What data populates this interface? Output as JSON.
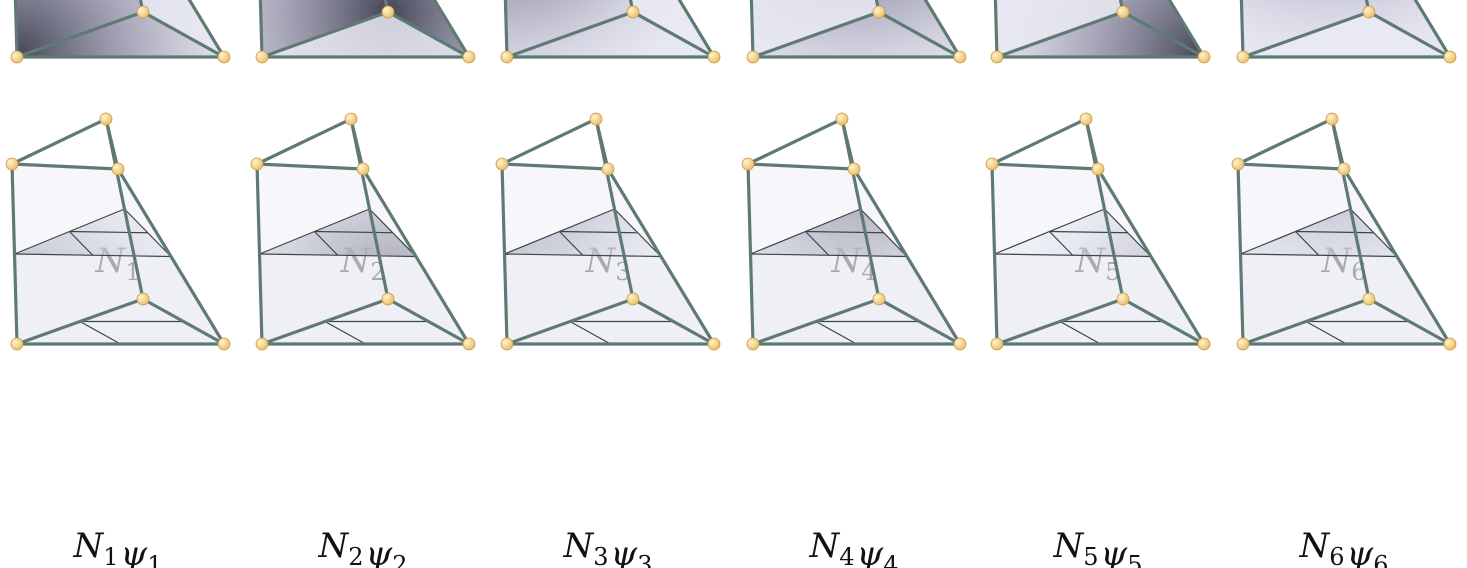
{
  "figure": {
    "rows": [
      {
        "panels": [
          {
            "id": "N1",
            "highlight": {
              "type": "node",
              "node": "A"
            },
            "label": [
              {
                "base": "N",
                "sub": "1"
              }
            ]
          },
          {
            "id": "N2",
            "highlight": {
              "type": "node",
              "node": "C"
            },
            "label": [
              {
                "base": "N",
                "sub": "2"
              }
            ]
          },
          {
            "id": "N3",
            "highlight": {
              "type": "node",
              "node": "D"
            },
            "label": [
              {
                "base": "N",
                "sub": "3"
              }
            ]
          },
          {
            "id": "N4",
            "highlight": {
              "type": "node",
              "node": "E"
            },
            "label": [
              {
                "base": "N",
                "sub": "4"
              }
            ]
          },
          {
            "id": "N5",
            "highlight": {
              "type": "node",
              "node": "B"
            },
            "label": [
              {
                "base": "N",
                "sub": "5"
              }
            ]
          },
          {
            "id": "N6",
            "highlight": {
              "type": "node",
              "node": "F"
            },
            "label": [
              {
                "base": "N",
                "sub": "6"
              }
            ]
          }
        ]
      },
      {
        "panels": [
          {
            "id": "N1psi1",
            "highlight": {
              "type": "product",
              "node": "A"
            },
            "label": [
              {
                "base": "N",
                "sub": "1"
              },
              {
                "base": "ψ",
                "sub": "1"
              }
            ]
          },
          {
            "id": "N2psi2",
            "highlight": {
              "type": "product",
              "node": "C"
            },
            "label": [
              {
                "base": "N",
                "sub": "2"
              },
              {
                "base": "ψ",
                "sub": "2"
              }
            ]
          },
          {
            "id": "N3psi3",
            "highlight": {
              "type": "product",
              "node": "D"
            },
            "label": [
              {
                "base": "N",
                "sub": "3"
              },
              {
                "base": "ψ",
                "sub": "3"
              }
            ]
          },
          {
            "id": "N4psi4",
            "highlight": {
              "type": "product",
              "node": "E"
            },
            "label": [
              {
                "base": "N",
                "sub": "4"
              },
              {
                "base": "ψ",
                "sub": "4"
              }
            ]
          },
          {
            "id": "N5psi5",
            "highlight": {
              "type": "product",
              "node": "B"
            },
            "label": [
              {
                "base": "N",
                "sub": "5"
              },
              {
                "base": "ψ",
                "sub": "5"
              }
            ]
          },
          {
            "id": "N6psi6",
            "highlight": {
              "type": "product",
              "node": "F"
            },
            "label": [
              {
                "base": "N",
                "sub": "6"
              },
              {
                "base": "ψ",
                "sub": "6"
              }
            ]
          }
        ]
      }
    ],
    "colors": {
      "edge": "#5f7a75",
      "face_light": "#e9e9f3",
      "face_dark": "#3c3c4f",
      "node": "#e9bd68",
      "node_highlight": "#fff3cf",
      "inner_line": "#3a4747"
    }
  }
}
